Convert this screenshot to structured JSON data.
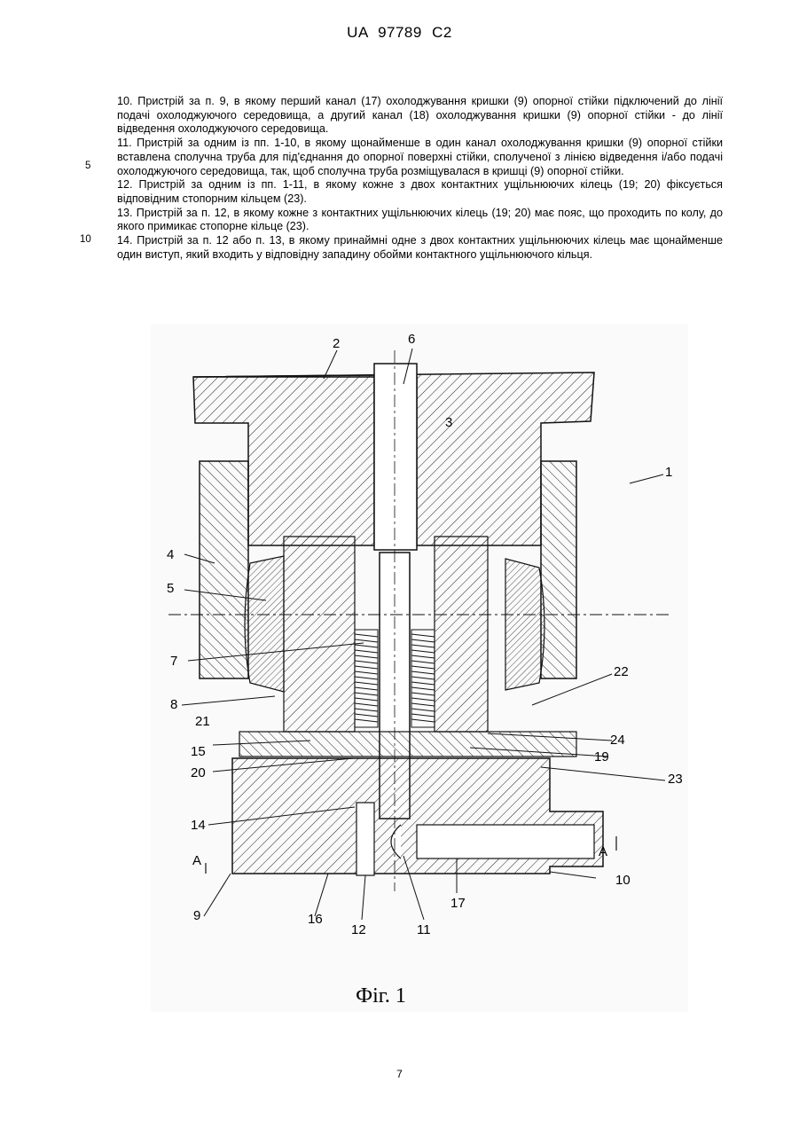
{
  "header": {
    "patent_number": "UA   97789   C2"
  },
  "claims": [
    "10. Пристрій за п. 9, в якому перший канал (17) охолоджування кришки (9) опорної стійки підключений до лінії подачі охолоджуючого середовища, а другий канал (18) охолоджування кришки (9) опорної стійки - до лінії відведення охолоджуючого середовища.",
    "11. Пристрій за одним із пп. 1-10, в якому щонайменше в один канал охолоджування кришки (9) опорної стійки вставлена сполучна труба для під'єднання до опорної поверхні стійки, сполученої з лінією відведення і/або подачі охолоджуючого середовища, так, щоб сполучна труба розміщувалася в кришці (9) опорної стійки.",
    "12. Пристрій за одним із пп. 1-11, в якому кожне з двох контактних ущільнюючих кілець (19; 20) фіксується відповідним стопорним кільцем (23).",
    "13. Пристрій за п. 12, в якому кожне з контактних ущільнюючих кілець (19; 20) має пояс, що проходить по колу, до якого примикає стопорне кільце (23).",
    "14. Пристрій за п. 12 або п. 13, в якому принаймні одне з двох контактних ущільнюючих кілець має щонайменше один виступ, який входить у відповідну западину обойми контактного ущільнюючого кільця."
  ],
  "line_numbers": [
    "5",
    "10"
  ],
  "figure": {
    "labels": [
      "1",
      "2",
      "3",
      "4",
      "5",
      "6",
      "7",
      "8",
      "9",
      "10",
      "11",
      "12",
      "14",
      "15",
      "16",
      "17",
      "19",
      "20",
      "21",
      "22",
      "23",
      "24",
      "A",
      "A"
    ],
    "caption": "Фіг. 1"
  },
  "page_number": "7"
}
